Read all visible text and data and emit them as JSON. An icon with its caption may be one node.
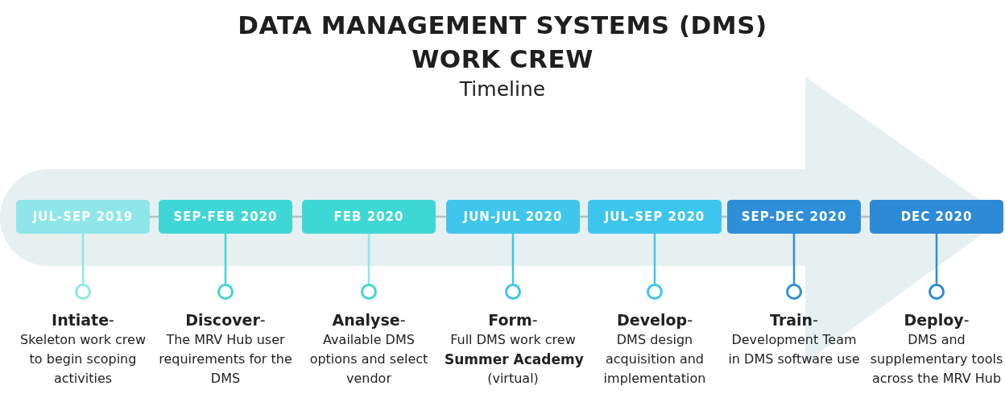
{
  "diagram": {
    "title": "DATA MANAGEMENT SYSTEMS (DMS) WORK CREW",
    "nodes": [
      {
        "text": [
          "JUL-SEP 2019"
        ]
      },
      {
        "text": [
          "SEP-FEB 2020"
        ]
      },
      {
        "text": [
          "FEB 2020"
        ]
      },
      {
        "text": [
          "JUN-JUL 2020"
        ]
      },
      {
        "text": [
          "JUL-SEP 2020"
        ]
      },
      {
        "text": [
          "SEP-DEC 2020"
        ]
      },
      {
        "text": [
          "DEC 2020"
        ]
      },
      {
        "text": [],
        "shape": "circle",
        "beside": [
          "**Intiate**-",
          "Skeleton work crew to begin scoping activities"
        ]
      },
      {
        "text": [],
        "shape": "circle",
        "beside": [
          "**Discover**-",
          "The MRV Hub user requirements for the DMS"
        ]
      },
      {
        "text": [],
        "shape": "circle",
        "beside": [
          "**Analyse**-",
          "Available DMS options and select vendor"
        ]
      },
      {
        "text": [],
        "shape": "circle",
        "beside": [
          "**Form**-",
          "Full DMS work crew",
          "**Summer Academy**",
          "(virtual)"
        ]
      },
      {
        "text": [],
        "shape": "circle",
        "beside": [
          "**Develop**-",
          "DMS design acquisition and implementation"
        ]
      },
      {
        "text": [],
        "shape": "circle",
        "beside": [
          "**Train**-",
          "Development Team in DMS software use"
        ]
      },
      {
        "text": [],
        "shape": "circle",
        "beside": [
          "**Deploy**-",
          "DMS and supplementary tools across the MRV Hub"
        ]
      }
    ],
    "edges": [
      {
        "from": 0,
        "to": 7,
        "arrow": "none",
        "color": "#8ee6ea"
      },
      {
        "from": 1,
        "to": 8,
        "arrow": "none",
        "color": "#3fd6d6"
      },
      {
        "from": 2,
        "to": 9,
        "arrow": "none",
        "color": "#8ee6ea"
      },
      {
        "from": 3,
        "to": 10,
        "arrow": "none",
        "color": "#3ec6ec"
      },
      {
        "from": 4,
        "to": 11,
        "arrow": "none",
        "color": "#3ec6ec"
      },
      {
        "from": 5,
        "to": 12,
        "arrow": "none",
        "color": "#2e8fd8"
      },
      {
        "from": 6,
        "to": 13,
        "arrow": "none",
        "color": "#2e8fd8"
      },
      {
        "from": 0,
        "to": 1,
        "arrow": "none",
        "color": "#b9bfc1"
      },
      {
        "from": 1,
        "to": 2,
        "arrow": "none",
        "color": "#b9bfc1"
      },
      {
        "from": 2,
        "to": 3,
        "arrow": "none",
        "color": "#b9bfc1"
      },
      {
        "from": 3,
        "to": 4,
        "arrow": "none",
        "color": "#b9bfc1"
      },
      {
        "from": 4,
        "to": 5,
        "arrow": "none",
        "color": "#b9bfc1"
      },
      {
        "from": 5,
        "to": 6,
        "arrow": "none",
        "color": "#b9bfc1"
      }
    ],
    "labels": [
      "Timeline"
    ]
  }
}
